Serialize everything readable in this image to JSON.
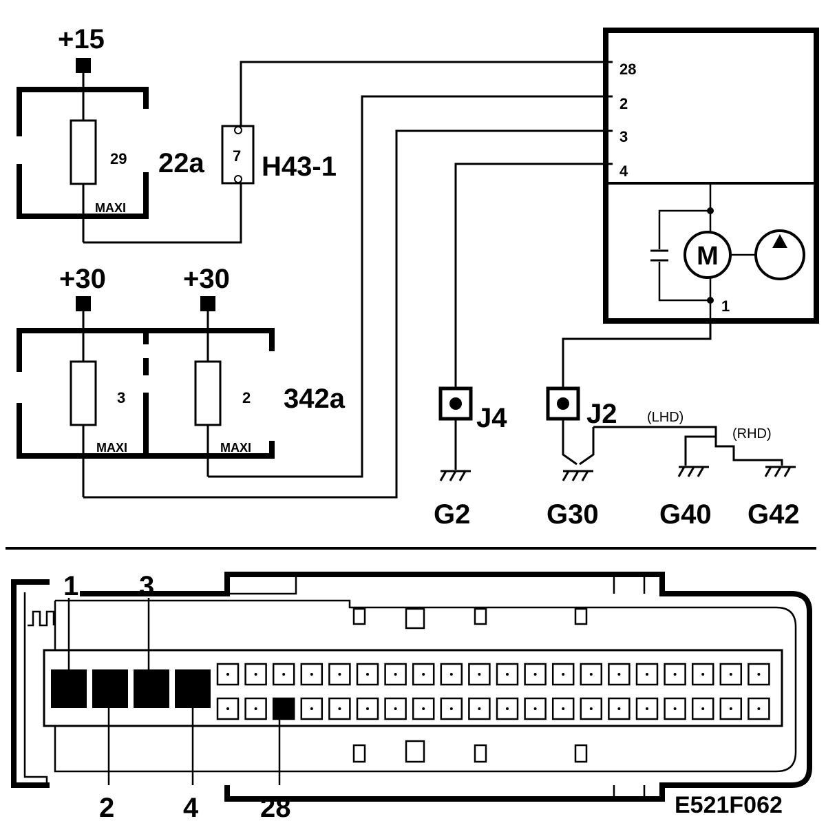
{
  "supplies": {
    "plus15": "+15",
    "plus30_a": "+30",
    "plus30_b": "+30"
  },
  "fuse_box_22a": {
    "label": "22a",
    "fuse_number": "29",
    "fuse_type": "MAXI"
  },
  "fuse_box_342a": {
    "label": "342a",
    "fuse_left_number": "3",
    "fuse_left_type": "MAXI",
    "fuse_right_number": "2",
    "fuse_right_type": "MAXI"
  },
  "connector_h43": {
    "label": "H43-1",
    "pin": "7"
  },
  "module": {
    "pins": [
      "28",
      "2",
      "3",
      "4"
    ],
    "motor_symbol": "M",
    "motor_ground_pin": "1"
  },
  "junctions": {
    "j4": "J4",
    "j2": "J2"
  },
  "options": {
    "lhd": "(LHD)",
    "rhd": "(RHD)"
  },
  "grounds": {
    "g2": "G2",
    "g30": "G30",
    "g40": "G40",
    "g42": "G42"
  },
  "connector_face": {
    "pin_labels_top": [
      "1",
      "3"
    ],
    "pin_labels_bottom": [
      "2",
      "4",
      "28"
    ]
  },
  "figure_code": "E521F062"
}
